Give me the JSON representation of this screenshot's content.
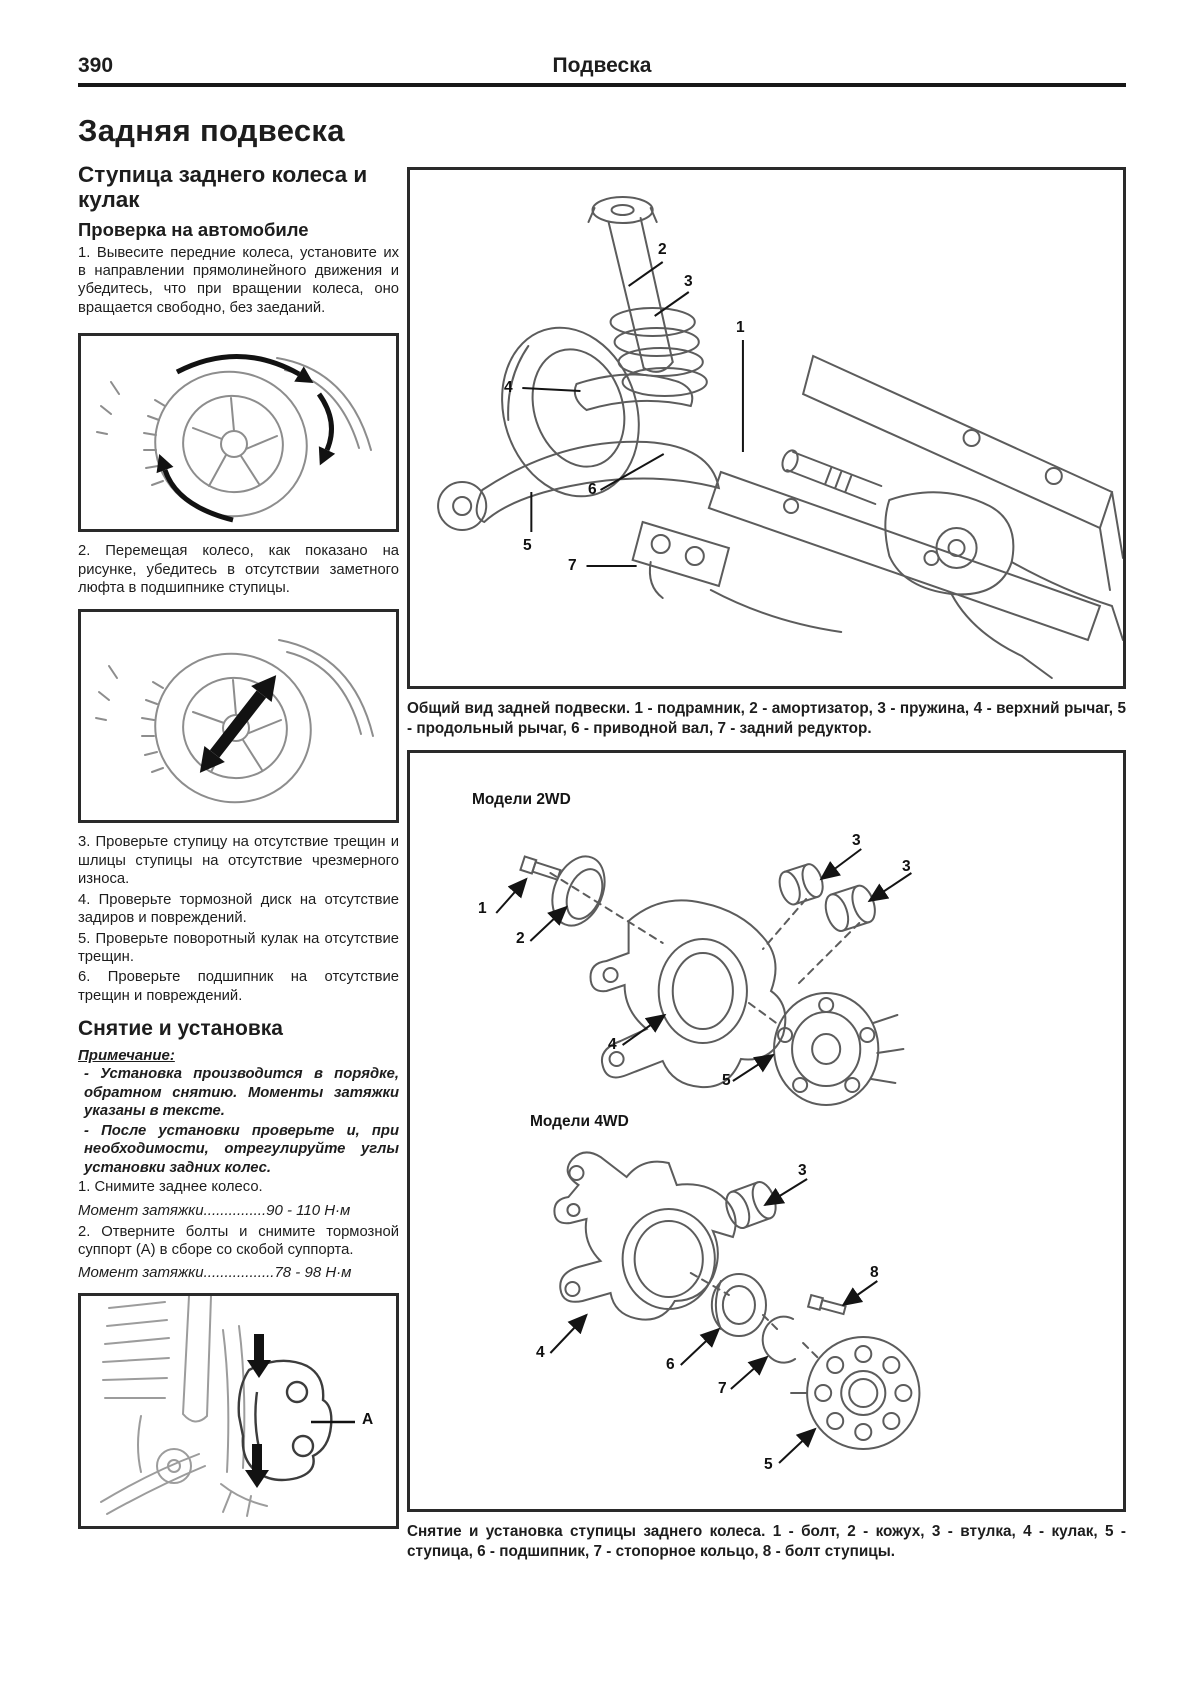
{
  "theme": {
    "ink_color": "#1d1d1d",
    "paper_color": "#ffffff"
  },
  "page": {
    "number": "390",
    "header_title": "Подвеска",
    "title": "Задняя подвеска"
  },
  "left": {
    "section_heading": "Ступица заднего колеса и кулак",
    "check_heading": "Проверка на автомобиле",
    "check_steps": [
      "1. Вывесите передние колеса, установите их в направлении прямолинейного движения и убедитесь, что при вращении колеса, оно вращается свободно, без заеданий.",
      "2. Перемещая колесо, как показано на рисунке, убедитесь в отсутствии заметного люфта в подшипнике ступицы.",
      "3. Проверьте ступицу на отсутствие трещин и шлицы ступицы на отсутствие чрезмерного износа.",
      "4. Проверьте тормозной диск на отсутствие задиров и повреждений.",
      "5. Проверьте поворотный кулак на отсутствие трещин.",
      "6. Проверьте подшипник на отсутствие трещин и повреждений."
    ],
    "removal_heading": "Снятие и установка",
    "note_label": "Примечание:",
    "notes": [
      "- Установка производится в порядке, обратном снятию. Моменты затяжки указаны в тексте.",
      "- После установки проверьте и, при необходимости, отрегулируйте углы установки задних колес."
    ],
    "removal_step1": "1. Снимите заднее колесо.",
    "torque1": "Момент затяжки...............90 - 110 Н·м",
    "removal_step2": "2. Отверните болты и снимите тормозной суппорт (А) в сборе со скобой суппорта.",
    "torque2": "Момент затяжки.................78 - 98 Н·м",
    "caliper_label": "A"
  },
  "figures": {
    "overview": {
      "caption": "Общий вид задней подвески. 1 - подрамник, 2 - амортизатор, 3 - пружина, 4 - верхний рычаг, 5 - продольный рычаг, 6 - приводной вал, 7 - задний редуктор.",
      "callouts": [
        "1",
        "2",
        "3",
        "4",
        "5",
        "6",
        "7"
      ]
    },
    "hub": {
      "model_2wd": "Модели 2WD",
      "model_4wd": "Модели 4WD",
      "caption": "Снятие и установка ступицы заднего колеса. 1 - болт, 2 - кожух, 3 - втулка, 4 - кулак, 5 - ступица, 6 - подшипник, 7 - стопорное кольцо, 8 - болт ступицы.",
      "callouts_2wd": [
        "1",
        "2",
        "3",
        "3",
        "4",
        "5"
      ],
      "callouts_4wd": [
        "3",
        "8",
        "4",
        "6",
        "7",
        "5"
      ]
    }
  }
}
